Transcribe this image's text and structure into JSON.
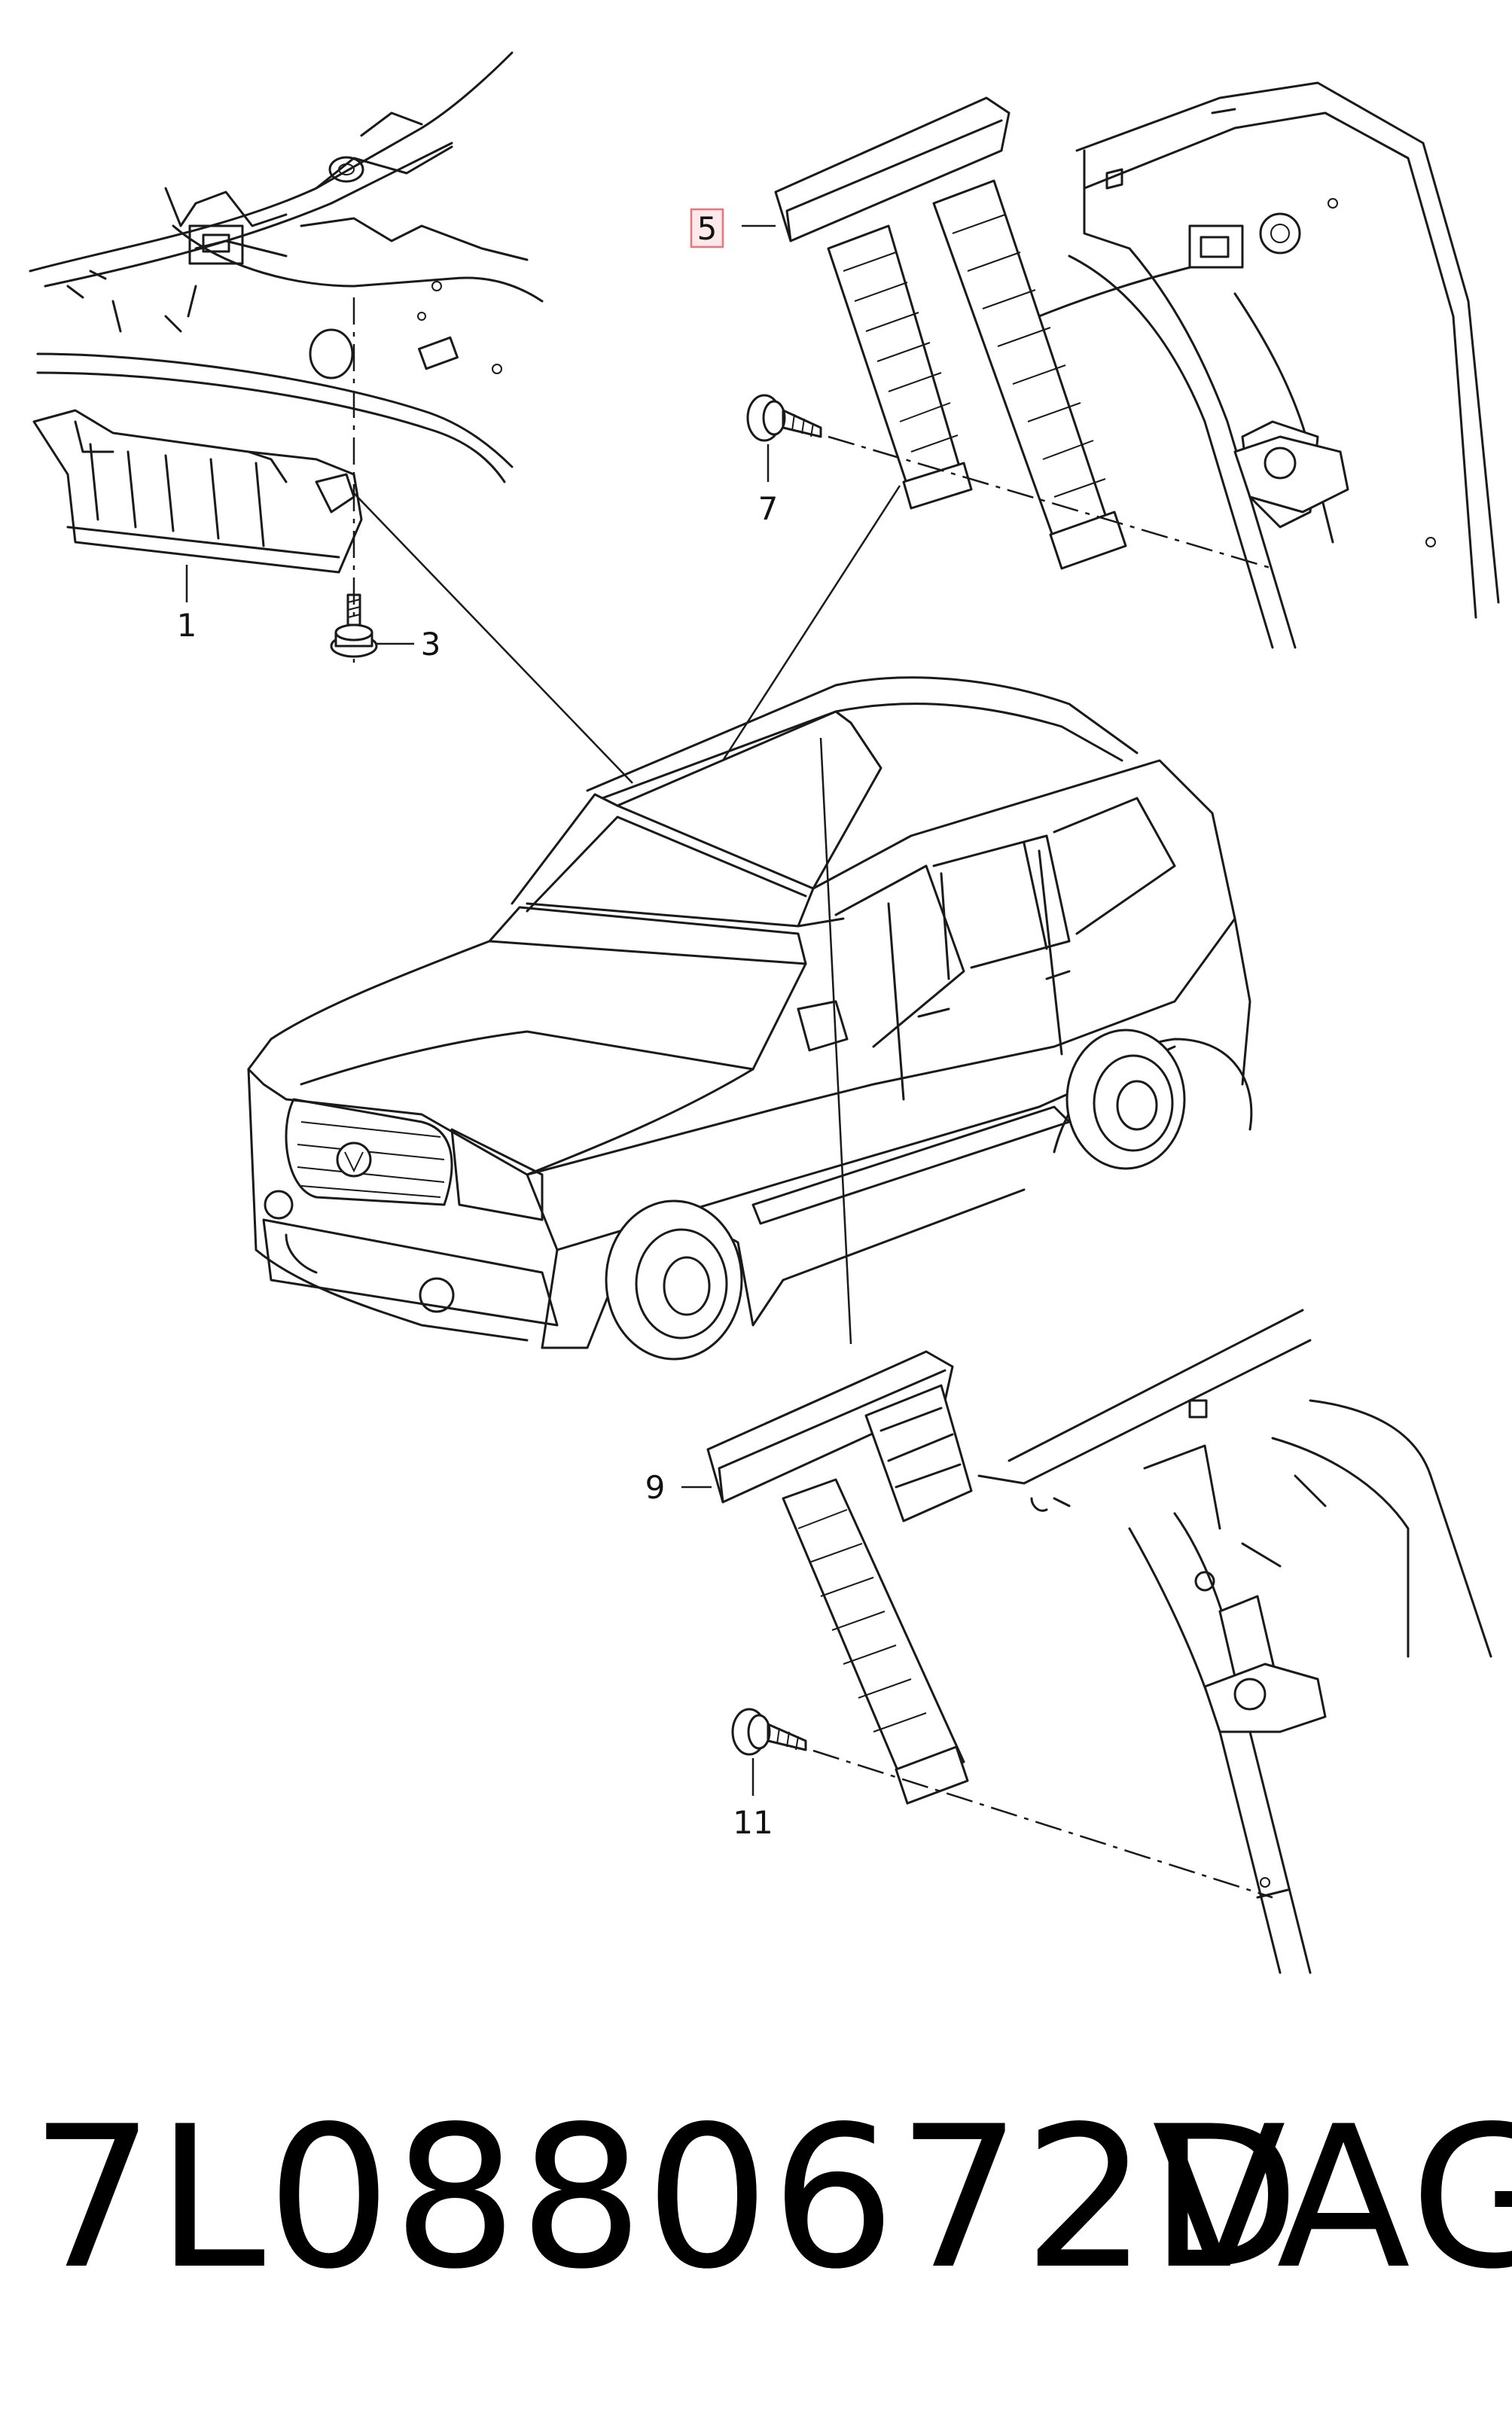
{
  "callouts": [
    {
      "id": "callout-1",
      "label": "1"
    },
    {
      "id": "callout-3",
      "label": "3"
    },
    {
      "id": "callout-5",
      "label": "5",
      "highlighted": true
    },
    {
      "id": "callout-7",
      "label": "7"
    },
    {
      "id": "callout-9",
      "label": "9"
    },
    {
      "id": "callout-11",
      "label": "11"
    }
  ],
  "highlight_color": "#e8747c",
  "highlight_fill": "#fde8ea",
  "footer": {
    "part_number": "7L0880672D",
    "brand": "VAG"
  }
}
